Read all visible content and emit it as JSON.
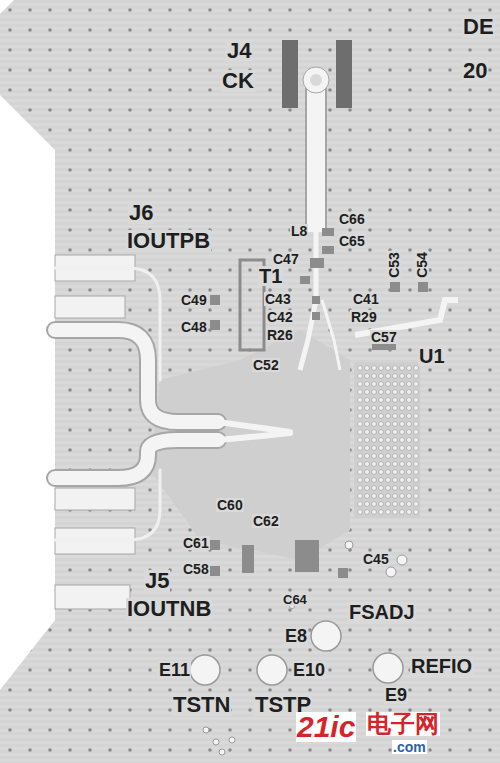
{
  "diagram": {
    "labels": [
      "J4",
      "CK",
      "DE",
      "20",
      "J6",
      "IOUTPB",
      "L8",
      "C66",
      "C65",
      "C47",
      "T1",
      "C53",
      "C54",
      "C49",
      "C43",
      "C41",
      "C42",
      "R29",
      "C48",
      "R26",
      "C57",
      "U1",
      "C52",
      "C60",
      "C62",
      "C61",
      "C58",
      "C45",
      "J5",
      "IOUTNB",
      "C64",
      "E8",
      "FSADJ",
      "E11",
      "E10",
      "E9",
      "REFIO",
      "TSTN",
      "TSTP",
      "21ic",
      "电子网",
      ".com"
    ]
  }
}
